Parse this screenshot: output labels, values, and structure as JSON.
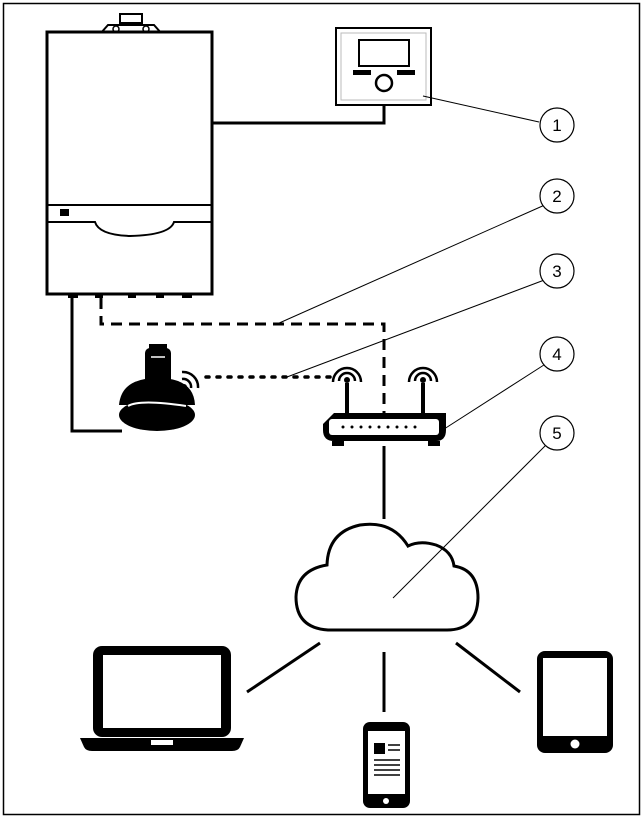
{
  "callouts": [
    {
      "id": "1",
      "label": "1"
    },
    {
      "id": "2",
      "label": "2"
    },
    {
      "id": "3",
      "label": "3"
    },
    {
      "id": "4",
      "label": "4"
    },
    {
      "id": "5",
      "label": "5"
    }
  ],
  "connections": {
    "boiler_to_controller": "solid",
    "boiler_to_router": "dashed",
    "gateway_to_router": "dotted",
    "router_to_cloud": "solid",
    "cloud_to_devices": "solid"
  },
  "icons": [
    "boiler-icon",
    "room-controller-icon",
    "wifi-gateway-icon",
    "router-icon",
    "cloud-icon",
    "laptop-icon",
    "smartphone-icon",
    "tablet-icon"
  ]
}
